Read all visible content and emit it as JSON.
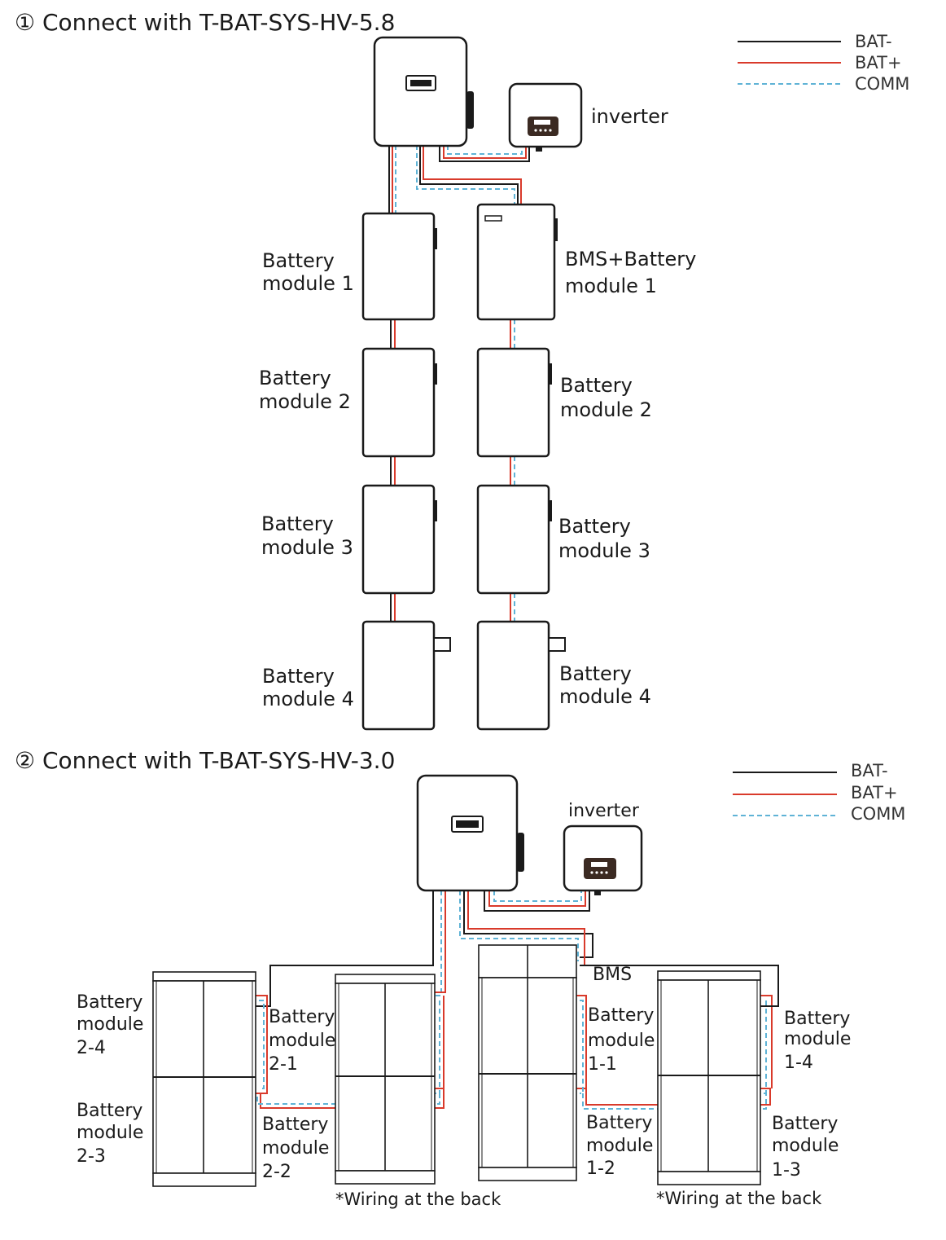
{
  "sections": [
    {
      "title": "① Connect with T-BAT-SYS-HV-5.8"
    },
    {
      "title": "② Connect with T-BAT-SYS-HV-3.0"
    }
  ],
  "legend": {
    "bat_minus": "BAT-",
    "bat_plus": "BAT+",
    "comm": "COMM"
  },
  "colors": {
    "bat_minus": "#1a1a1a",
    "bat_plus": "#d93a2b",
    "comm": "#5fb3d6"
  },
  "labels1": {
    "inverter": "inverter",
    "left": [
      [
        "Battery",
        "module 1"
      ],
      [
        "Battery",
        "module 2"
      ],
      [
        "Battery",
        "module 3"
      ],
      [
        "Battery",
        "module 4"
      ]
    ],
    "right": [
      [
        "BMS+Battery",
        "module 1"
      ],
      [
        "Battery",
        "module 2"
      ],
      [
        "Battery",
        "module 3"
      ],
      [
        "Battery",
        "module 4"
      ]
    ]
  },
  "labels2": {
    "inverter": "inverter",
    "bms": "BMS",
    "m2_4": [
      "Battery",
      "module",
      "2-4"
    ],
    "m2_3": [
      "Battery",
      "module",
      "2-3"
    ],
    "m2_1": [
      "Battery",
      "module",
      "2-1"
    ],
    "m2_2": [
      "Battery",
      "module",
      "2-2"
    ],
    "m1_1": [
      "Battery",
      "module",
      "1-1"
    ],
    "m1_2": [
      "Battery",
      "module",
      "1-2"
    ],
    "m1_4": [
      "Battery",
      "module",
      "1-4"
    ],
    "m1_3": [
      "Battery",
      "module",
      "1-3"
    ],
    "note_left": "*Wiring at the back",
    "note_right": "*Wiring at the back"
  }
}
